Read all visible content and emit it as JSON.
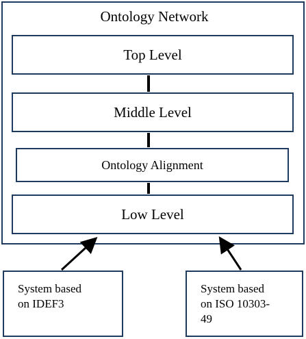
{
  "diagram": {
    "title": "Ontology Network",
    "levels": {
      "top": "Top Level",
      "middle": "Middle Level",
      "alignment": "Ontology Alignment",
      "low": "Low Level"
    },
    "systems": {
      "left": {
        "line1": "System based",
        "line2": "on IDEF3"
      },
      "right": {
        "line1": "System based",
        "line2": "on ISO 10303-",
        "line3": "49"
      }
    }
  }
}
